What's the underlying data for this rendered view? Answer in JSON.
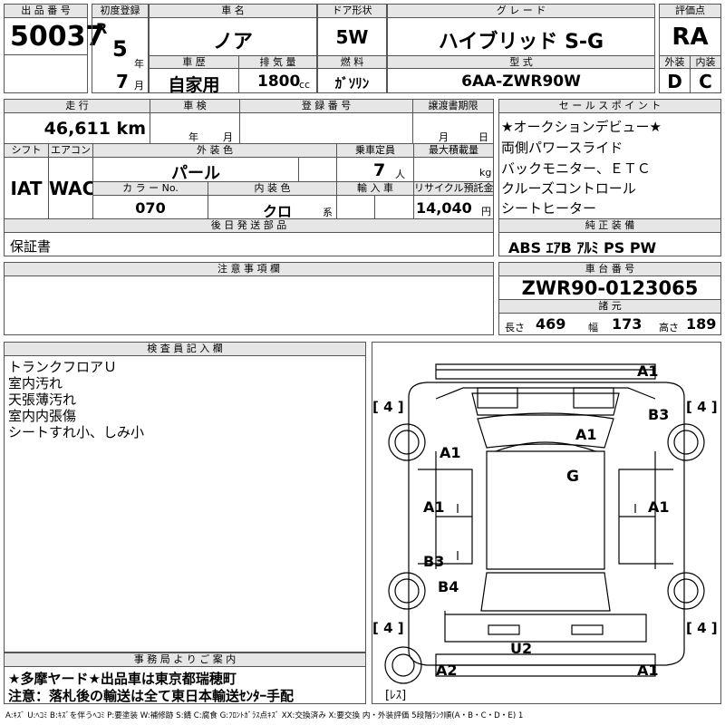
{
  "header": {
    "lot_label": "出 品 番 号",
    "lot_no": "50037",
    "first_reg_label": "初度登録",
    "era": "R",
    "year": "5",
    "year_unit": "年",
    "month": "7",
    "month_unit": "月",
    "car_name_label": "車 名",
    "car_name": "ノア",
    "history_label": "車 歴",
    "history": "自家用",
    "displacement_label": "排 気 量",
    "displacement": "1800",
    "displacement_unit": "cc",
    "door_label": "ドア形状",
    "door": "5W",
    "fuel_label": "燃 料",
    "fuel": "ｶﾞｿﾘﾝ",
    "grade_label": "グ レ ー ド",
    "grade": "ハイブリッド S-G",
    "model_label": "型 式",
    "model": "6AA-ZWR90W",
    "score_label": "評価点",
    "score": "RA",
    "exterior_label": "外装",
    "exterior": "D",
    "interior_label": "内装",
    "interior": "C"
  },
  "row2": {
    "mileage_label": "走 行",
    "mileage": "46,611 km",
    "inspection_label": "車 検",
    "inspection_year_unit": "年",
    "inspection_month_unit": "月",
    "plate_label": "登 録 番 号",
    "transfer_label": "譲渡書期限",
    "transfer_month_unit": "月",
    "transfer_day_unit": "日",
    "shift_label": "シフト",
    "shift": "IAT",
    "ac_label": "エアコン",
    "ac": "WAC",
    "color_label": "外 装 色",
    "color": "パール",
    "capacity_label": "乗車定員",
    "capacity": "7",
    "capacity_unit": "人",
    "load_label": "最大積載量",
    "load_unit": "kg",
    "color_no_label": "カ ラ ー No.",
    "color_no": "070",
    "int_color_label": "内 装 色",
    "int_color": "クロ",
    "int_color_unit": "系",
    "import_label": "輸 入 車",
    "recycle_label": "リサイクル預託金",
    "recycle": "14,040",
    "recycle_unit": "円",
    "later_label": "後 日 発 送 部 品",
    "later_items": "保証書"
  },
  "sales_points": {
    "label": "セ ー ル ス ポ イ ン ト",
    "items": [
      "★オークションデビュー★",
      "両側パワースライド",
      "バックモニター、ＥＴＣ",
      "クルーズコントロール",
      "シートヒーター"
    ]
  },
  "equipment": {
    "label": "純 正 装 備",
    "value": "ABS ｴｱB ｱﾙﾐ PS PW"
  },
  "notes": {
    "label": "注 意 事 項 欄"
  },
  "chassis": {
    "label": "車 台 番 号",
    "value": "ZWR90-0123065",
    "specs_label": "諸 元",
    "length_label": "長さ",
    "length": "469",
    "width_label": "幅",
    "width": "173",
    "height_label": "高さ",
    "height": "189"
  },
  "inspector": {
    "label": "検 査 員 記 入 欄",
    "lines": [
      "トランクフロアＵ",
      "室内汚れ",
      "天張薄汚れ",
      "室内内張傷",
      "シートすれ小、しみ小"
    ]
  },
  "office": {
    "label": "事 務 局 よ り ご 案 内",
    "line1": "★多摩ヤード★出品車は東京都瑞穂町",
    "line2": "注意：落札後の輸送は全て東日本輸送ｾﾝﾀｰ手配"
  },
  "diagram": {
    "marks": {
      "a1_top_right": "A1",
      "b3_right": "B3",
      "a1_windshield": "A1",
      "a1_left_front": "A1",
      "g_roof": "G",
      "a1_left_mid": "A1",
      "a1_right_mid": "A1",
      "b3_left_rear": "B3",
      "b4_left_rear": "B4",
      "u2_rear": "U2",
      "a2_bottom_left": "A2",
      "a1_bottom_right": "A1"
    },
    "tyre_tl": "[ 4 ]",
    "tyre_tr": "[ 4 ]",
    "tyre_bl": "[ 4 ]",
    "tyre_br": "[ 4 ]",
    "spare": "[ﾚｽ]"
  },
  "legend": "A:ｷｽﾞ U:ﾍｺﾐ B:ｷｽﾞを伴うﾍｺﾐ P:要塗装 W:補修跡 S:錆 C:腐食 G:ﾌﾛﾝﾄｶﾞﾗｽ点ｷｽﾞ XX:交換済み X:要交換 内・外装評価 5段階ﾗﾝｸ順(A・B・C・D・E) 1"
}
